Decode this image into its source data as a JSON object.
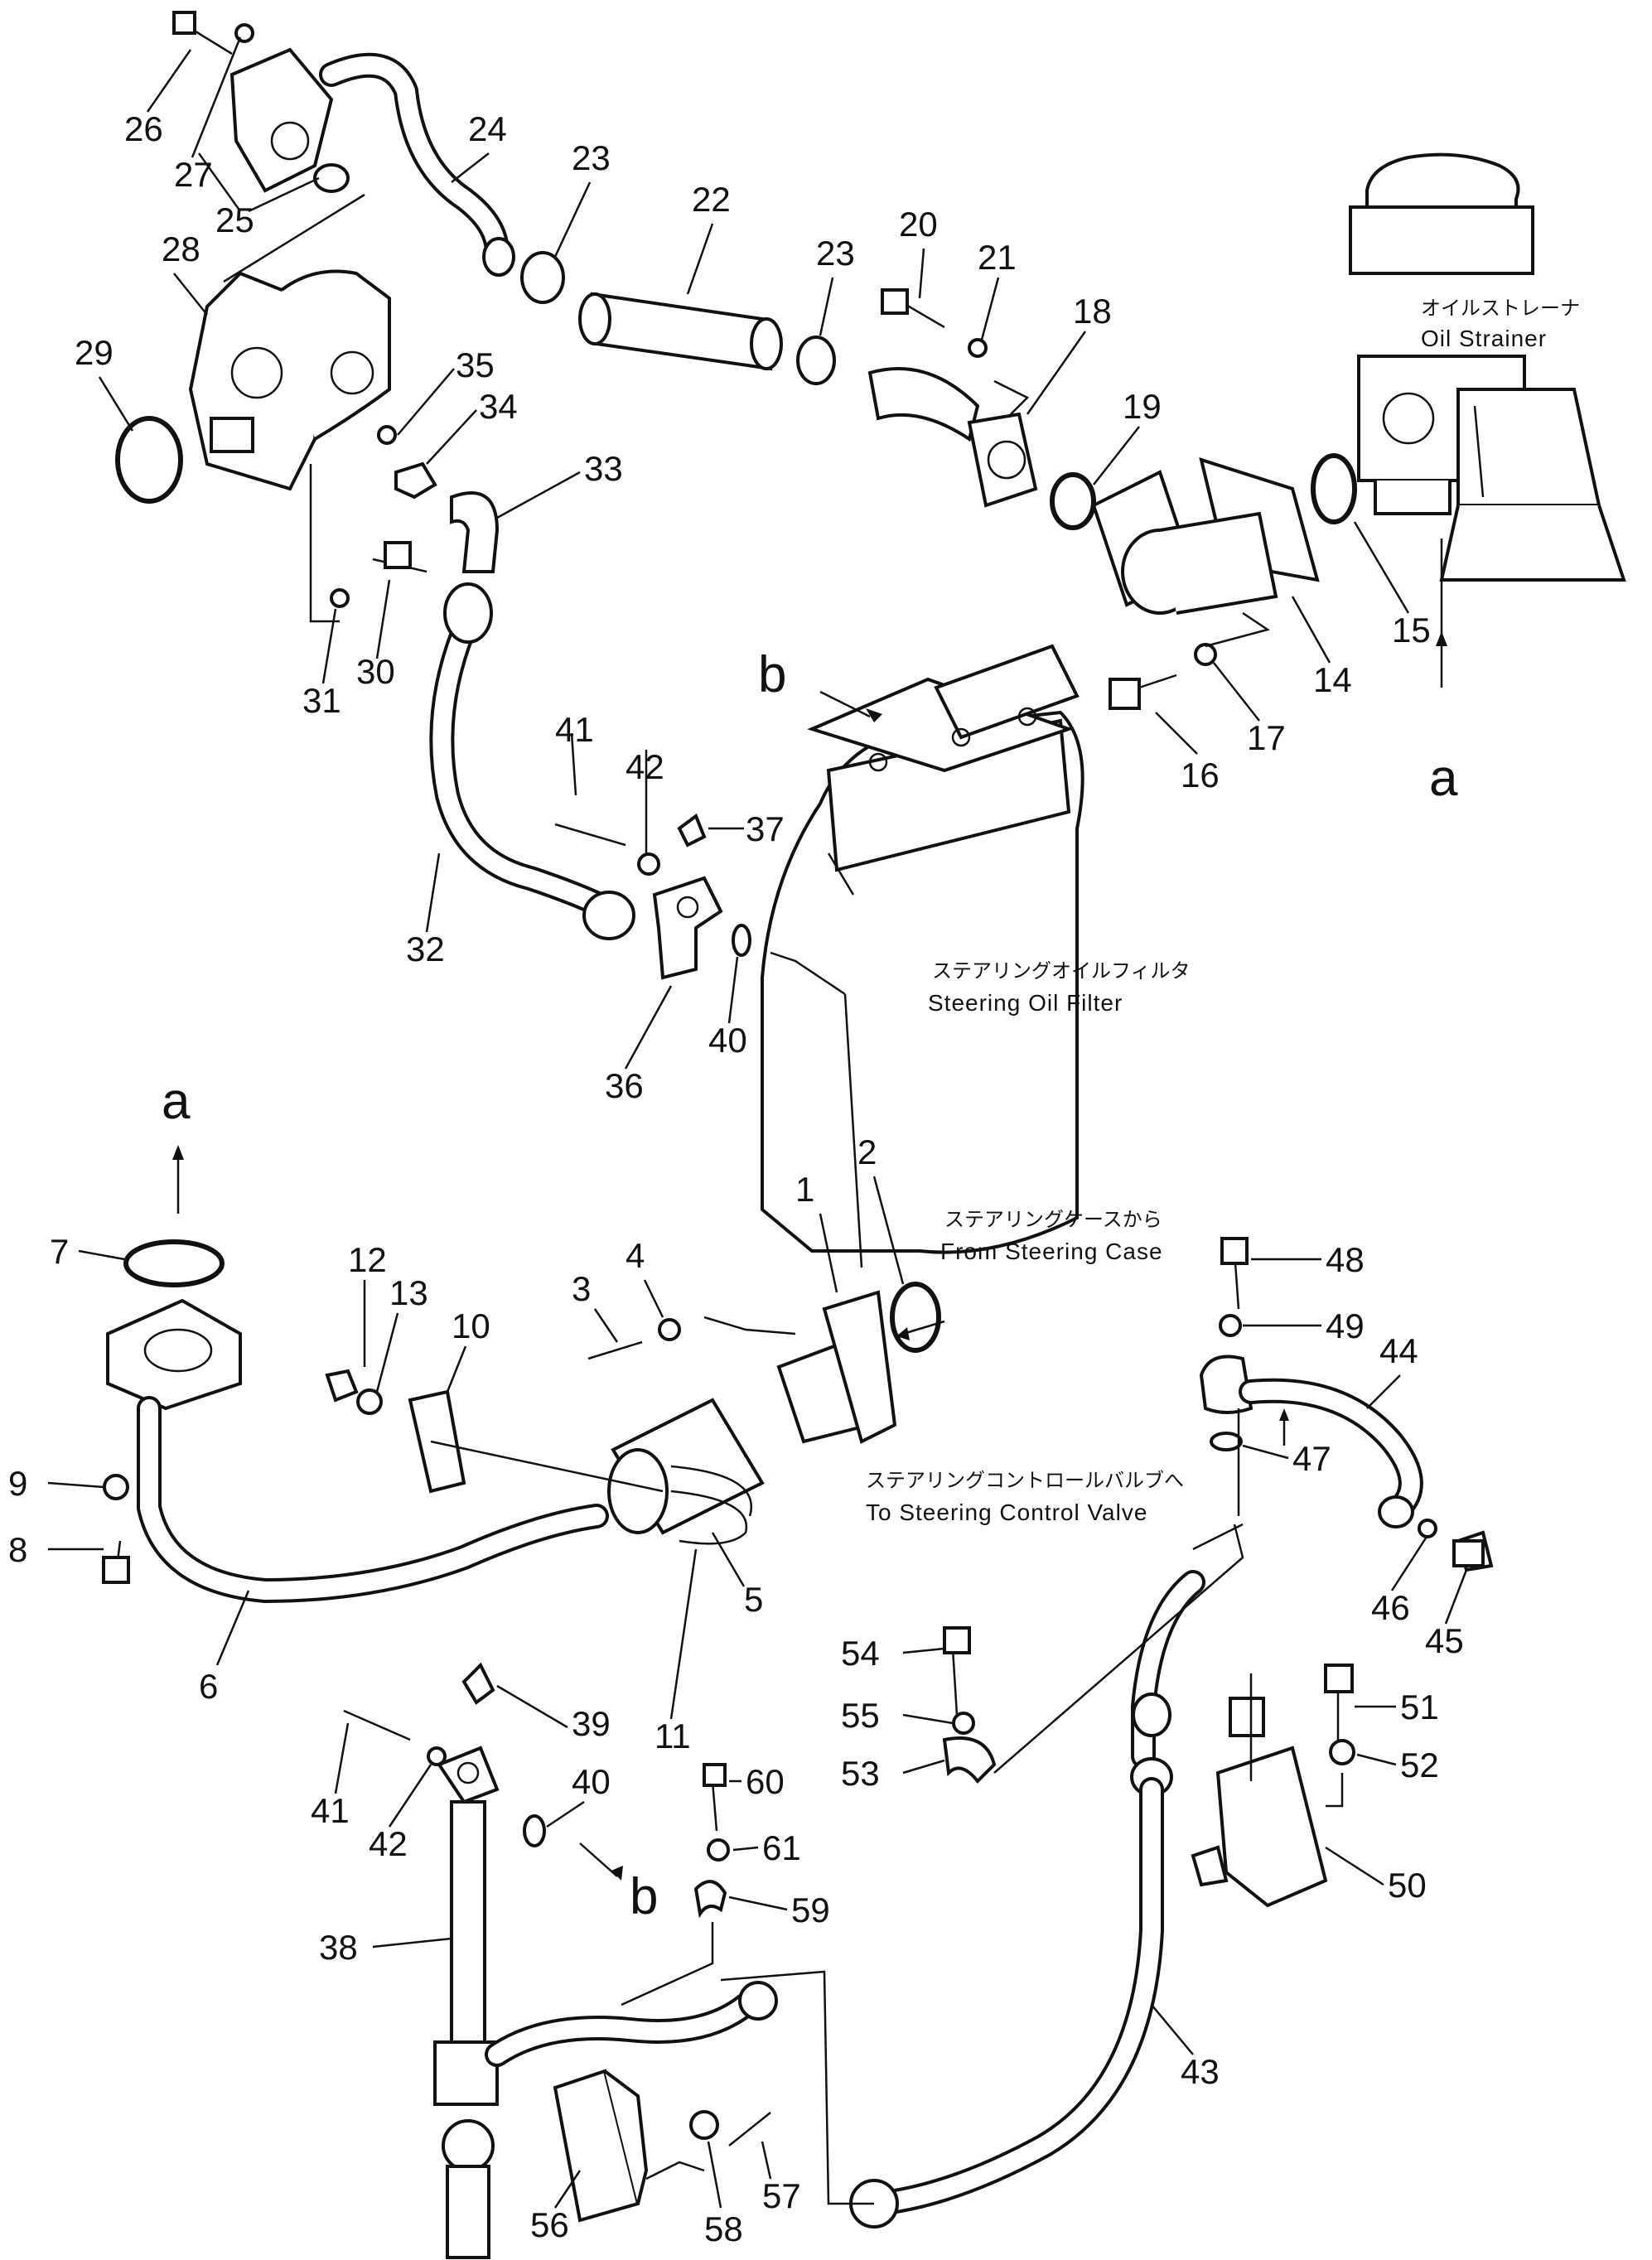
{
  "part_numbers": [
    "1",
    "2",
    "3",
    "4",
    "5",
    "6",
    "7",
    "8",
    "9",
    "10",
    "11",
    "12",
    "13",
    "14",
    "15",
    "16",
    "17",
    "18",
    "19",
    "20",
    "21",
    "22",
    "23",
    "24",
    "25",
    "26",
    "27",
    "28",
    "29",
    "30",
    "31",
    "32",
    "33",
    "34",
    "35",
    "36",
    "37",
    "38",
    "39",
    "40",
    "41",
    "42",
    "43",
    "44",
    "45",
    "46",
    "47",
    "48",
    "49",
    "50",
    "51",
    "52",
    "53",
    "54",
    "55",
    "56",
    "57",
    "58",
    "59",
    "60",
    "61"
  ],
  "duplicate_labels": {
    "23": "23",
    "40": "40",
    "41": "41",
    "42": "42"
  },
  "reference_letters": {
    "a": "a",
    "b": "b"
  },
  "notes": {
    "oil_strainer_jp": "オイルストレーナ",
    "oil_strainer_en": "Oil  Strainer",
    "steering_filter_jp": "ステアリングオイルフィルタ",
    "steering_filter_en": "Steering  Oil  Filter",
    "from_case_jp": "ステアリングケースから",
    "from_case_en": "From  Steering  Case",
    "to_valve_jp": "ステアリングコントロールバルブへ",
    "to_valve_en": "To  Steering  Control  Valve"
  }
}
